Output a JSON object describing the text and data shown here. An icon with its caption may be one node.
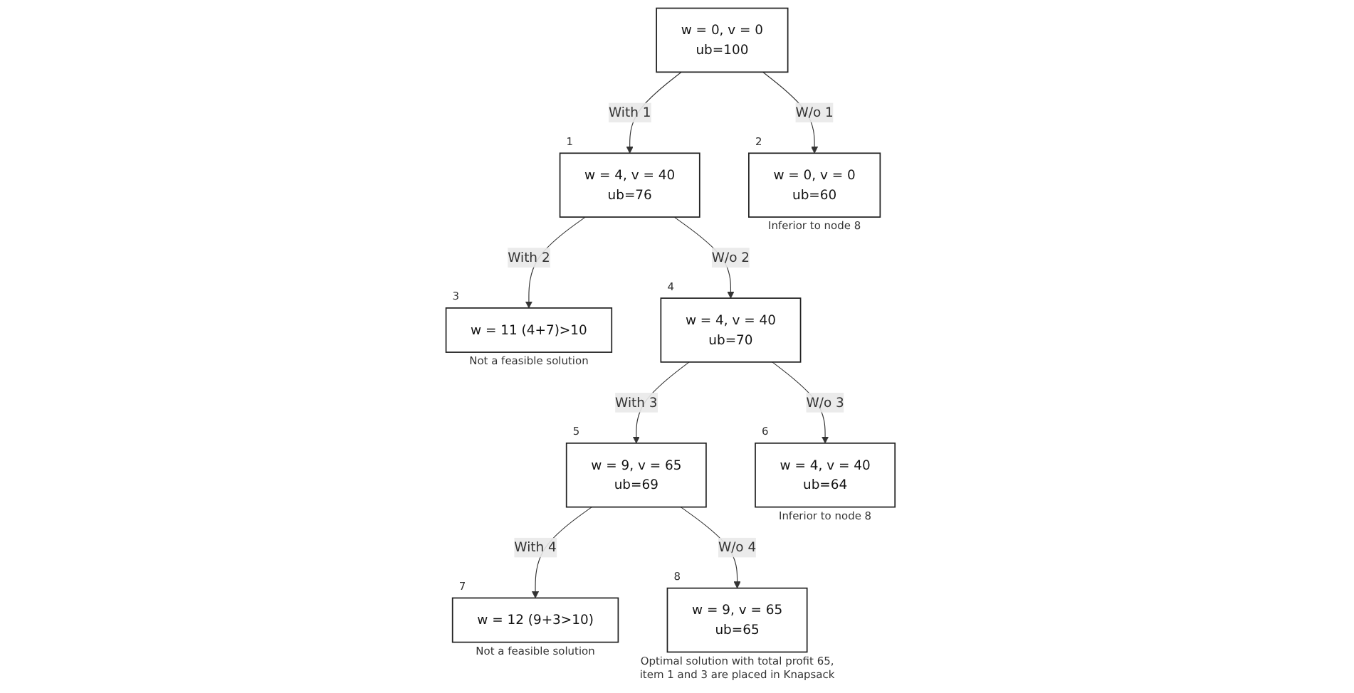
{
  "diagram": {
    "nodes": [
      {
        "text": [
          "w = 0, v = 0",
          "ub=100"
        ]
      },
      {
        "text": [
          "w = 4, v = 40",
          "ub=76"
        ],
        "beside": [
          "1"
        ]
      },
      {
        "text": [
          "w = 0, v = 0",
          "ub=60"
        ],
        "beside": [
          "2",
          "Inferior to node 8"
        ]
      },
      {
        "text": [
          "w = 11 (4+7)>10"
        ],
        "beside": [
          "3",
          "Not a feasible solution"
        ]
      },
      {
        "text": [
          "w = 4, v = 40",
          "ub=70"
        ],
        "beside": [
          "4"
        ]
      },
      {
        "text": [
          "w = 9, v = 65",
          "ub=69"
        ],
        "beside": [
          "5"
        ]
      },
      {
        "text": [
          "w = 4, v = 40",
          "ub=64"
        ],
        "beside": [
          "6",
          "Inferior to node 8"
        ]
      },
      {
        "text": [
          "w = 12 (9+3>10)"
        ],
        "beside": [
          "7",
          "Not a feasible solution"
        ]
      },
      {
        "text": [
          "w = 9, v = 65",
          "ub=65"
        ],
        "beside": [
          "8",
          "Optimal solution with total profit 65, item 1 and 3 are placed in Knapsack"
        ]
      }
    ],
    "edges": [
      {
        "from": 0,
        "to": 1,
        "arrow": "to",
        "label": "With 1"
      },
      {
        "from": 0,
        "to": 2,
        "arrow": "to",
        "label": "W/o 1"
      },
      {
        "from": 1,
        "to": 3,
        "arrow": "to",
        "label": "With 2"
      },
      {
        "from": 1,
        "to": 4,
        "arrow": "to",
        "label": "W/o 2"
      },
      {
        "from": 4,
        "to": 5,
        "arrow": "to",
        "label": "With 3"
      },
      {
        "from": 4,
        "to": 6,
        "arrow": "to",
        "label": "W/o 3"
      },
      {
        "from": 5,
        "to": 7,
        "arrow": "to",
        "label": "With 4"
      },
      {
        "from": 5,
        "to": 8,
        "arrow": "to",
        "label": "W/o 4"
      }
    ]
  }
}
